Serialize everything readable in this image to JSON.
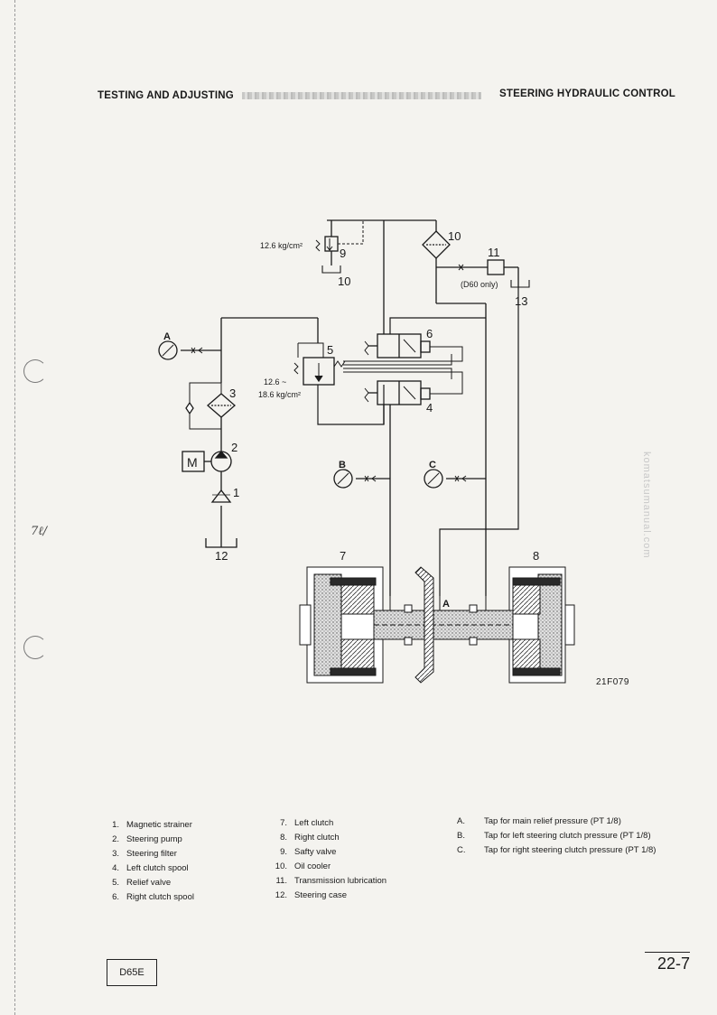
{
  "header": {
    "left": "TESTING AND ADJUSTING",
    "right": "STEERING HYDRAULIC CONTROL"
  },
  "diagram": {
    "callouts": [
      "1",
      "2",
      "3",
      "4",
      "5",
      "6",
      "7",
      "8",
      "9",
      "10",
      "10",
      "11",
      "12",
      "13"
    ],
    "gauges": [
      "A",
      "B",
      "C"
    ],
    "section_label": "A",
    "motor_label": "M",
    "pressure_safety": "12.6 kg/cm²",
    "pressure_relief_line1": "12.6 ~",
    "pressure_relief_line2": "18.6 kg/cm²",
    "d60_note": "(D60 only)",
    "figure_code": "21F079"
  },
  "legend": {
    "col1": [
      {
        "num": "1.",
        "text": "Magnetic strainer"
      },
      {
        "num": "2.",
        "text": "Steering pump"
      },
      {
        "num": "3.",
        "text": "Steering filter"
      },
      {
        "num": "4.",
        "text": "Left clutch spool"
      },
      {
        "num": "5.",
        "text": "Relief valve"
      },
      {
        "num": "6.",
        "text": "Right clutch spool"
      }
    ],
    "col2": [
      {
        "num": "7.",
        "text": "Left clutch"
      },
      {
        "num": "8.",
        "text": "Right clutch"
      },
      {
        "num": "9.",
        "text": "Safty valve"
      },
      {
        "num": "10.",
        "text": "Oil cooler"
      },
      {
        "num": "11.",
        "text": "Transmission lubrication"
      },
      {
        "num": "12.",
        "text": "Steering case"
      }
    ],
    "col3": [
      {
        "num": "A.",
        "text": "Tap for main relief pressure (PT 1/8)"
      },
      {
        "num": "B.",
        "text": "Tap for left steering clutch pressure (PT 1/8)"
      },
      {
        "num": "C.",
        "text": "Tap for right steering clutch pressure (PT 1/8)"
      }
    ]
  },
  "footer": {
    "model": "D65E",
    "page": "22-7"
  },
  "watermark": "komatsumanual.com",
  "margin_note": "7ℓ/"
}
